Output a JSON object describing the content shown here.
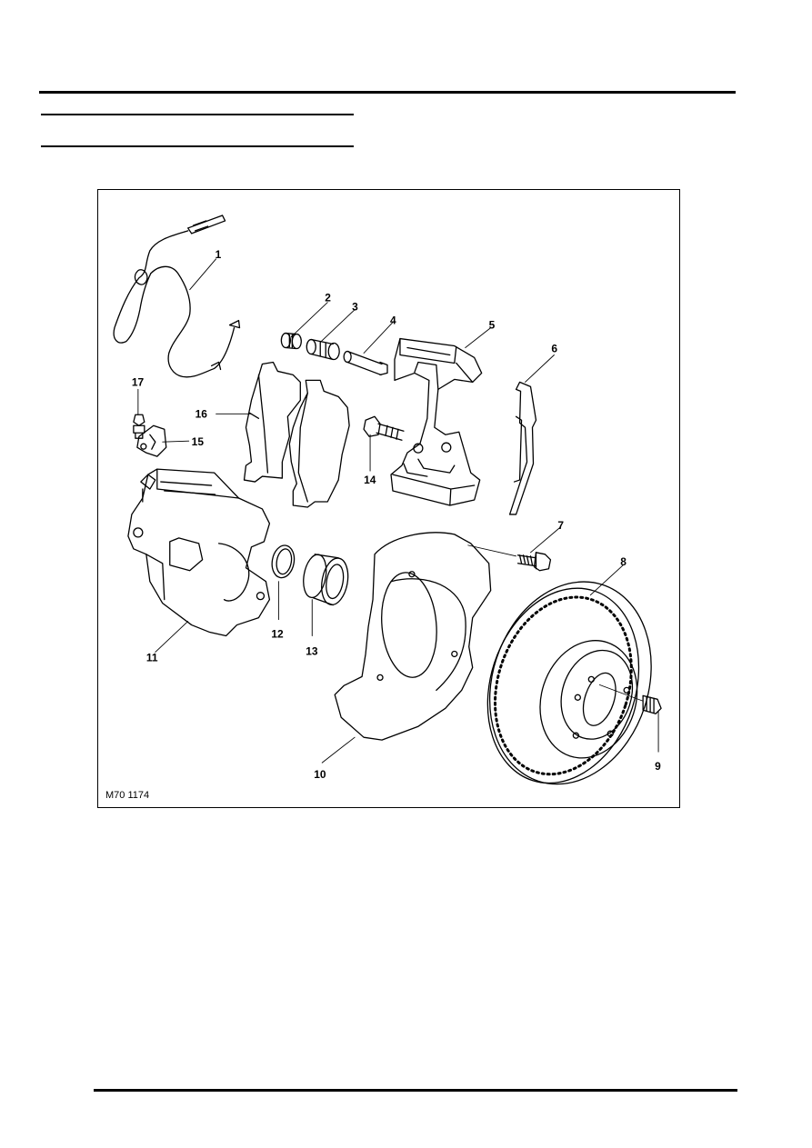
{
  "figure": {
    "reference": "M70 1174",
    "callouts": [
      {
        "label": "1"
      },
      {
        "label": "2"
      },
      {
        "label": "3"
      },
      {
        "label": "4"
      },
      {
        "label": "5"
      },
      {
        "label": "6"
      },
      {
        "label": "7"
      },
      {
        "label": "8"
      },
      {
        "label": "9"
      },
      {
        "label": "10"
      },
      {
        "label": "11"
      },
      {
        "label": "12"
      },
      {
        "label": "13"
      },
      {
        "label": "14"
      },
      {
        "label": "15"
      },
      {
        "label": "16"
      },
      {
        "label": "17"
      }
    ]
  }
}
